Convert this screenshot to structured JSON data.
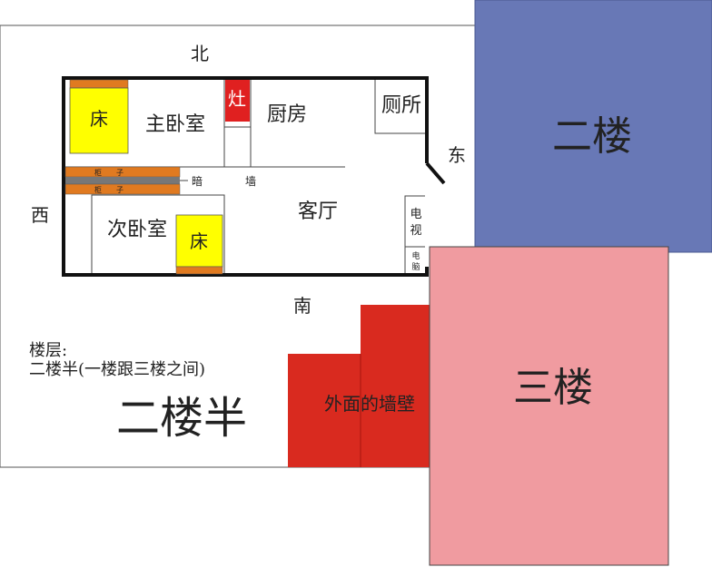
{
  "compass": {
    "north": "北",
    "south": "南",
    "east": "东",
    "west": "西"
  },
  "rooms": {
    "master_bedroom": "主卧室",
    "second_bedroom": "次卧室",
    "kitchen": "厨房",
    "toilet": "厕所",
    "living_room": "客厅"
  },
  "furniture": {
    "bed_master": "床",
    "bed_second": "床",
    "stove": "灶",
    "cabinet_1": "柜　　子",
    "cabinet_2": "柜　　子",
    "tv_1": "电",
    "tv_2": "视",
    "computer_1": "电",
    "computer_2": "脑"
  },
  "hidden_wall": {
    "part1": "暗",
    "part2": "墙"
  },
  "floor_info": {
    "label": "楼层:",
    "description": "二楼半(一楼跟三楼之间)",
    "big_label": "二楼半"
  },
  "overlays": {
    "outer_wall": "外面的墙壁",
    "second_floor": "二楼",
    "third_floor": "三楼"
  },
  "colors": {
    "bed": "#ffff00",
    "stove": "#e02020",
    "cabinet": "#e07a20",
    "outer_wall": "#d92a1f",
    "second_floor": "#6878b6",
    "third_floor": "#f09ba0"
  }
}
